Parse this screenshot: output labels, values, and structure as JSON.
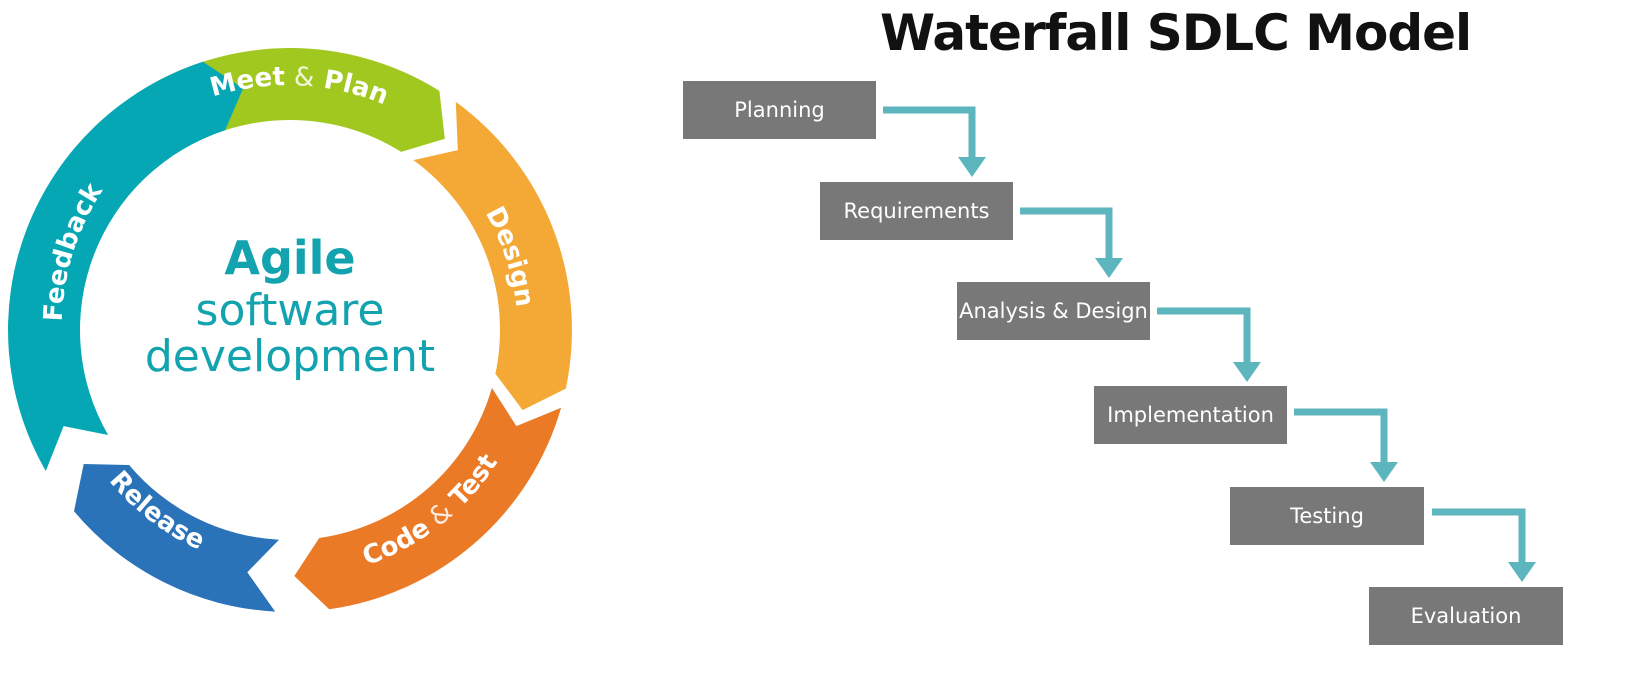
{
  "agile": {
    "title_line1": "Agile",
    "title_line2": "software",
    "title_line3": "development",
    "title_color": "#13A3AE",
    "segments": [
      {
        "label_parts": [
          "Meet",
          "&",
          "Plan"
        ],
        "color": "#A1C81E",
        "icon": "arc-segment"
      },
      {
        "label_parts": [
          "Design"
        ],
        "color": "#F4A936",
        "icon": "arc-segment"
      },
      {
        "label_parts": [
          "Code",
          "&",
          "Test"
        ],
        "color": "#EB7A27",
        "icon": "arc-segment"
      },
      {
        "label_parts": [
          "Release"
        ],
        "color": "#2B73B8",
        "icon": "arc-segment"
      },
      {
        "label_parts": [
          "Feedback"
        ],
        "color": "#06A7B4",
        "icon": "arc-segment"
      }
    ]
  },
  "waterfall": {
    "title": "Waterfall SDLC Model",
    "box_color": "#787878",
    "arrow_color": "#5DB5BE",
    "steps": [
      "Planning",
      "Requirements",
      "Analysis & Design",
      "Implementation",
      "Testing",
      "Evaluation"
    ]
  }
}
